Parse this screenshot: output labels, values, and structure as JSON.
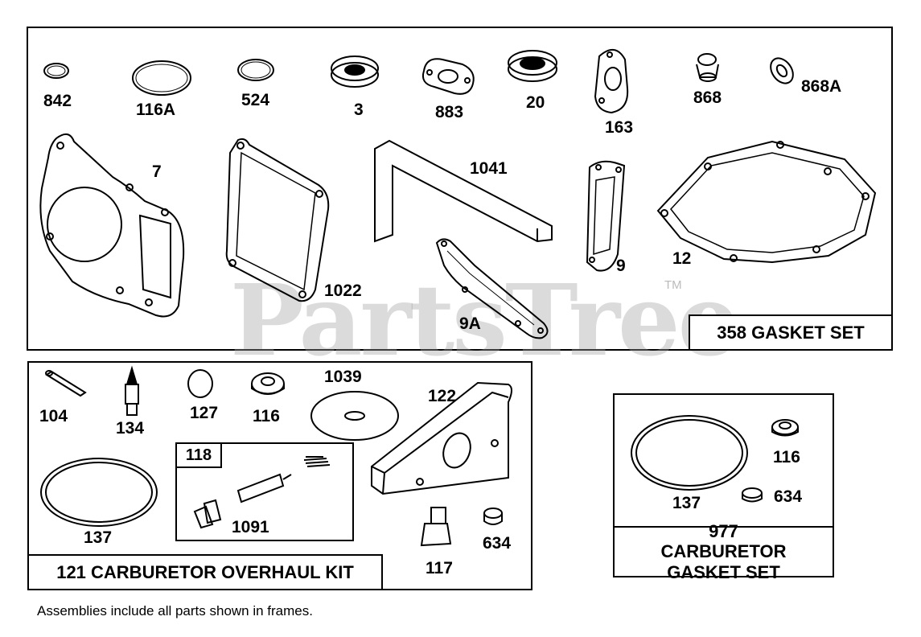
{
  "watermark": {
    "text": "PartsTree",
    "trademark": "TM"
  },
  "kits": {
    "gasket_set": "358 GASKET SET",
    "overhaul_kit": "121 CARBURETOR OVERHAUL KIT",
    "carb_gasket_set": "977 CARBURETOR GASKET SET",
    "inner_kit": "118"
  },
  "footnote": "Assemblies include all parts shown in frames.",
  "parts": {
    "p842": "842",
    "p116A": "116A",
    "p524": "524",
    "p3": "3",
    "p883": "883",
    "p20": "20",
    "p163": "163",
    "p868": "868",
    "p868A": "868A",
    "p7": "7",
    "p1041": "1041",
    "p1022": "1022",
    "p9": "9",
    "p12": "12",
    "p9A": "9A",
    "p104": "104",
    "p134": "134",
    "p127": "127",
    "p116": "116",
    "p1039": "1039",
    "p122": "122",
    "p137": "137",
    "p1091": "1091",
    "p117": "117",
    "p634": "634",
    "p137b": "137",
    "p116b": "116",
    "p634b": "634"
  }
}
